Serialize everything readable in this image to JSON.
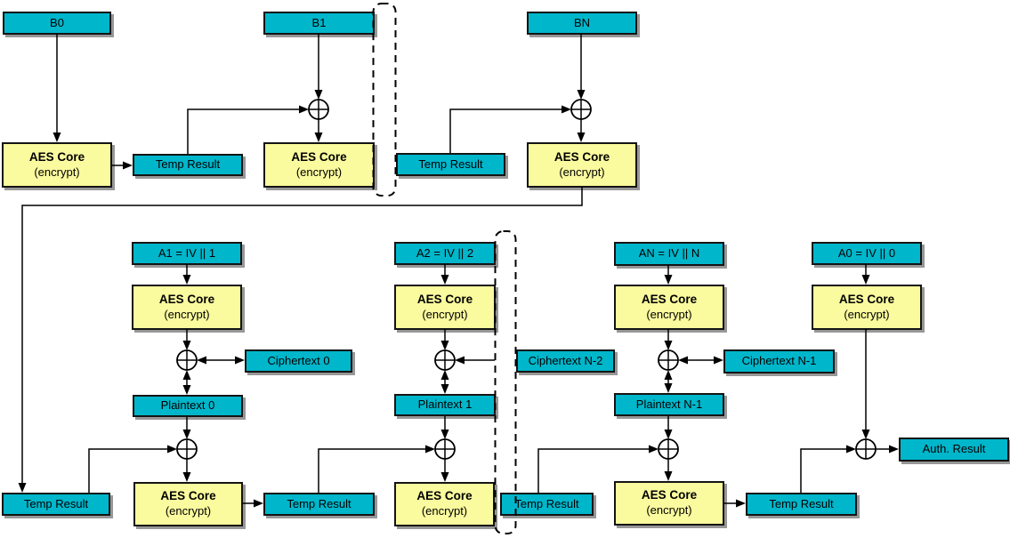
{
  "colors": {
    "process_box": "#00b6cb",
    "aes_box": "#fafa9e",
    "connector": "#000000",
    "box_border": "#141414",
    "box_shadow": "#979797"
  },
  "aes_core": {
    "title": "AES Core",
    "subtitle": "(encrypt)"
  },
  "labels": {
    "b0": "B0",
    "b1": "B1",
    "bn": "BN",
    "temp_result": "Temp Result",
    "a1": "A1 = IV || 1",
    "a2": "A2 = IV || 2",
    "an": "AN = IV || N",
    "a0": "A0 = IV || 0",
    "ciphertext_0": "Ciphertext 0",
    "ciphertext_n2": "Ciphertext N-2",
    "ciphertext_n1": "Ciphertext N-1",
    "plaintext_0": "Plaintext 0",
    "plaintext_1": "Plaintext 1",
    "plaintext_n1": "Plaintext N-1",
    "auth_result": "Auth. Result"
  }
}
